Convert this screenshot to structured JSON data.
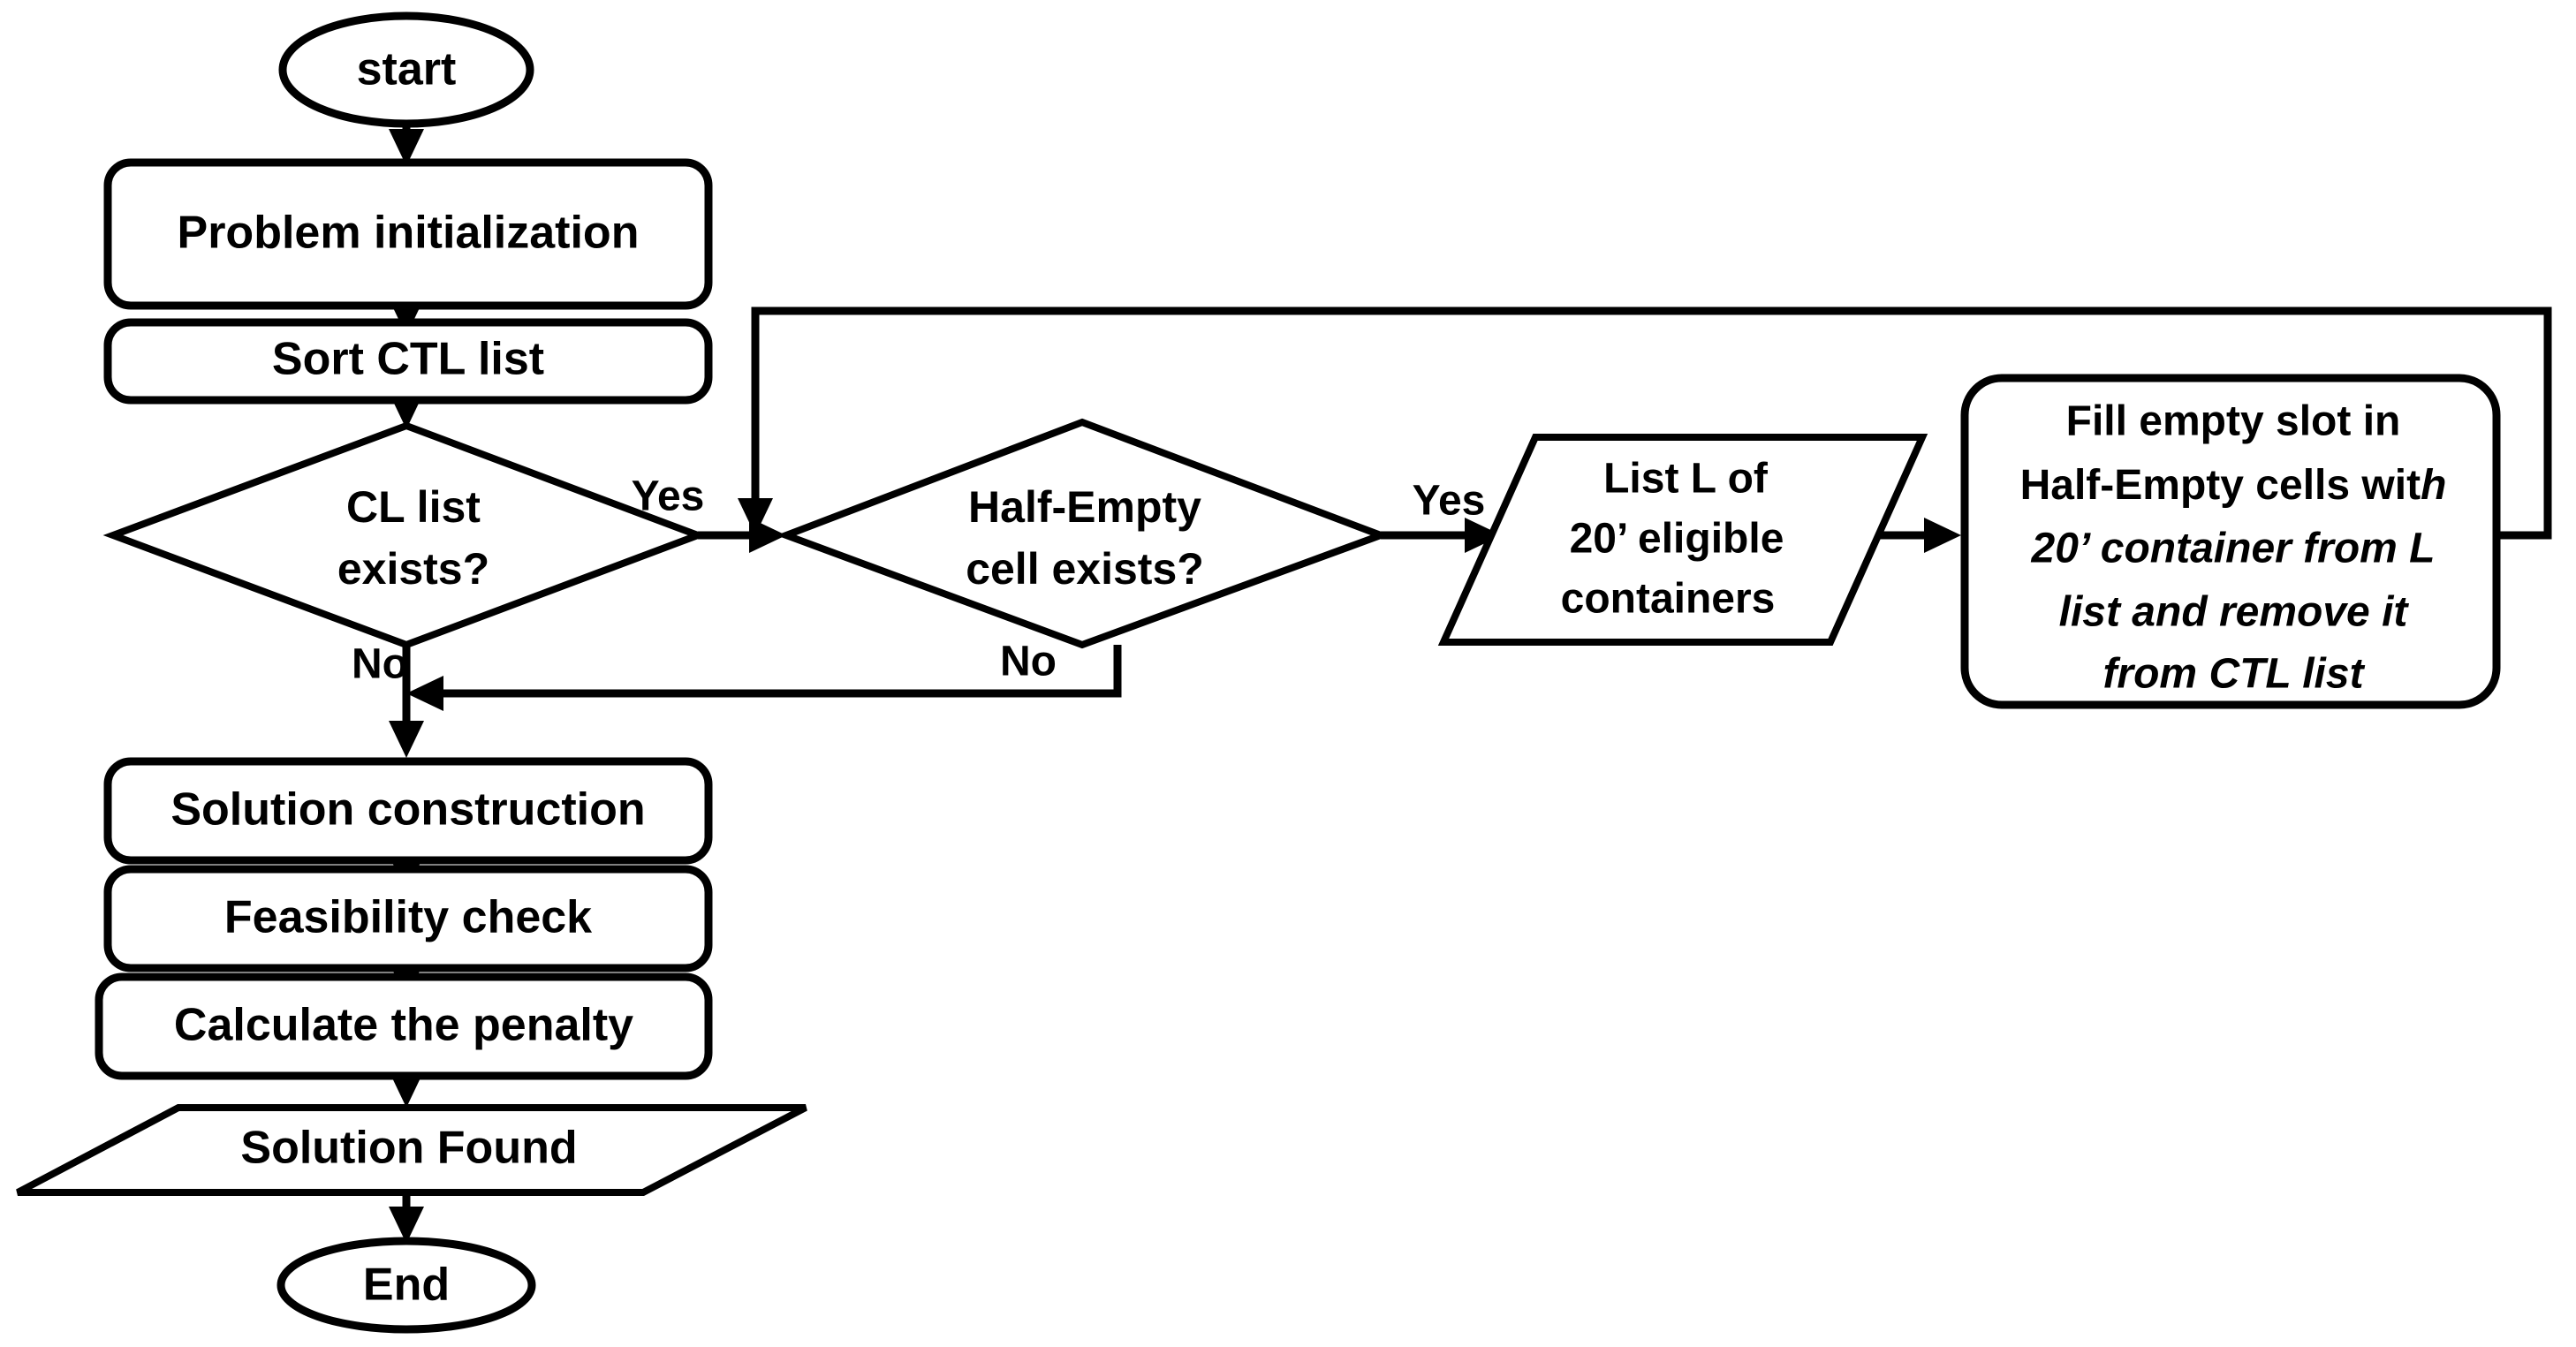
{
  "diagram": {
    "type": "flowchart",
    "title": "Container stacking heuristic flowchart",
    "orientation": "top-to-bottom with right-side loop",
    "colors": {
      "background": "#ffffff",
      "stroke": "#000000",
      "fill": "#ffffff",
      "text": "#000000"
    },
    "nodes": {
      "start": {
        "label": "start",
        "shape": "ellipse"
      },
      "problem_init": {
        "label": "Problem initialization",
        "shape": "rounded-rectangle"
      },
      "sort_ctl": {
        "label": "Sort CTL list",
        "shape": "rounded-rectangle"
      },
      "cl_list_exists": {
        "label_line1": "CL list",
        "label_line2": "exists?",
        "shape": "diamond"
      },
      "half_empty_exists": {
        "label_line1": "Half-Empty",
        "label_line2": "cell exists?",
        "shape": "diamond"
      },
      "list_l": {
        "label_line1": "List L of",
        "label_line2": "20’ eligible",
        "label_line3": "containers",
        "shape": "parallelogram"
      },
      "fill_empty_slot": {
        "line1_upright": "Fill empty slot in",
        "line2_upright": "Half-Empty cells wit",
        "line2_italic": "h",
        "line3_italic": "20’ container from L",
        "line4_italic": "list and remove it",
        "line5_italic": "from CTL list",
        "shape": "rounded-rectangle"
      },
      "solution_construction": {
        "label": "Solution construction",
        "shape": "rounded-rectangle"
      },
      "feasibility_check": {
        "label": "Feasibility check",
        "shape": "rounded-rectangle"
      },
      "calculate_penalty": {
        "label": "Calculate the penalty",
        "shape": "rounded-rectangle"
      },
      "solution_found": {
        "label": "Solution Found",
        "shape": "parallelogram"
      },
      "end": {
        "label": "End",
        "shape": "ellipse"
      }
    },
    "edges": [
      {
        "from": "start",
        "to": "problem_init",
        "label": ""
      },
      {
        "from": "problem_init",
        "to": "sort_ctl",
        "label": ""
      },
      {
        "from": "sort_ctl",
        "to": "cl_list_exists",
        "label": ""
      },
      {
        "from": "cl_list_exists",
        "to": "half_empty_exists",
        "label": "Yes"
      },
      {
        "from": "cl_list_exists",
        "to": "solution_construction",
        "label": "No"
      },
      {
        "from": "half_empty_exists",
        "to": "list_l",
        "label": "Yes"
      },
      {
        "from": "half_empty_exists",
        "to": "cl_list_exists_no_merge",
        "label": "No"
      },
      {
        "from": "list_l",
        "to": "fill_empty_slot",
        "label": ""
      },
      {
        "from": "fill_empty_slot",
        "to": "half_empty_exists",
        "label": ""
      },
      {
        "from": "solution_construction",
        "to": "feasibility_check",
        "label": ""
      },
      {
        "from": "feasibility_check",
        "to": "calculate_penalty",
        "label": ""
      },
      {
        "from": "calculate_penalty",
        "to": "solution_found",
        "label": ""
      },
      {
        "from": "solution_found",
        "to": "end",
        "label": ""
      }
    ],
    "edge_labels": {
      "yes_1": "Yes",
      "no_1": "No",
      "yes_2": "Yes",
      "no_2": "No"
    }
  }
}
